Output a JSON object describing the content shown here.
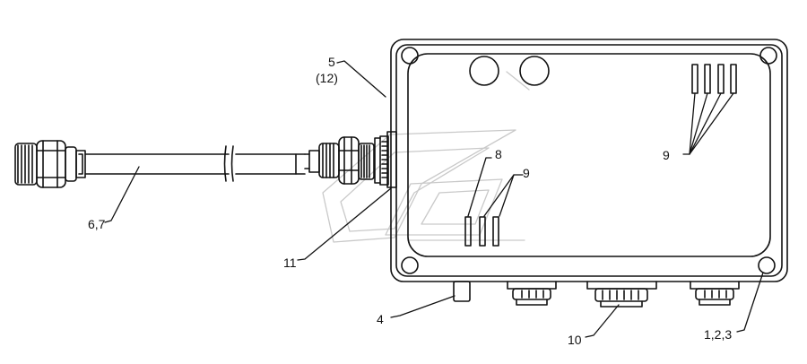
{
  "labels": {
    "l5": "5",
    "l12": "(12)",
    "l67": "6,7",
    "l8": "8",
    "l9_top": "9",
    "l9_mid": "9",
    "l11": "11",
    "l4": "4",
    "l10": "10",
    "l123": "1,2,3"
  }
}
